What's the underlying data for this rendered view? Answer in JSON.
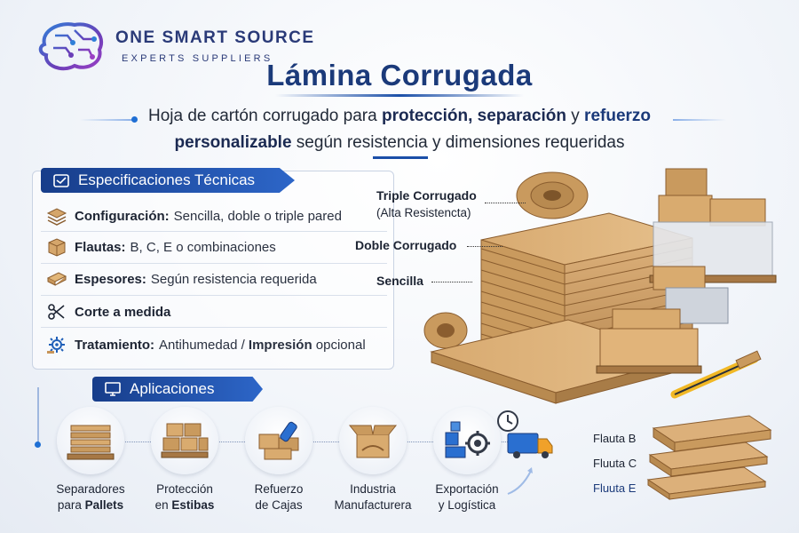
{
  "brand": {
    "name": "ONE SMART SOURCE",
    "tagline": "EXPERTS SUPPLIERS"
  },
  "title": "Lámina Corrugada",
  "subtitle": {
    "line1_part1": "Hoja de cartón corrugado para ",
    "line1_bold": "protección, separación",
    "line1_part2": " y ",
    "line1_bold2": "refuerzo",
    "line2_bold": "personalizable",
    "line2_part": " según resistencia y dimensiones requeridas"
  },
  "specs": {
    "header": "Especificaciones Técnicas",
    "items": [
      {
        "icon": "layers-icon",
        "label": "Configuración:",
        "value": "Sencilla, doble o triple pared"
      },
      {
        "icon": "box-icon",
        "label": "Flautas:",
        "value": "B, C, E o combinaciones"
      },
      {
        "icon": "sheet-icon",
        "label": "Espesores:",
        "value": "Según resistencia requerida"
      },
      {
        "icon": "scissors-icon",
        "label": "Corte a medida",
        "value": ""
      },
      {
        "icon": "gear-icon",
        "label": "Tratamiento:",
        "value": "Antihumedad / ",
        "value_bold": "Impresión",
        "value_end": " opcional"
      }
    ]
  },
  "applications": {
    "header": "Aplicaciones",
    "items": [
      {
        "line1": "Separadores",
        "line2_pre": "para ",
        "line2_bold": "Pallets",
        "icon": "pallet-icon"
      },
      {
        "line1": "Protección",
        "line2_pre": "en ",
        "line2_bold": "Estibas",
        "icon": "boxes-icon"
      },
      {
        "line1": "Refuerzo",
        "line2_pre": "de Cajas",
        "line2_bold": "",
        "icon": "reinforce-icon"
      },
      {
        "line1": "Industria",
        "line2_pre": "Manufacturera",
        "line2_bold": "",
        "icon": "open-box-icon"
      },
      {
        "line1": "Exportación",
        "line2_pre": "y Logística",
        "line2_bold": "",
        "icon": "export-icon"
      }
    ]
  },
  "layers": {
    "triple": "Triple Corrugado",
    "triple_note": "(Alta Resistencta)",
    "doble": "Doble Corrugado",
    "sencilla": "Sencilla"
  },
  "flutes": [
    "Flauta B",
    "Fluuta C",
    "Fluuta E"
  ],
  "colors": {
    "primary": "#1b3a7a",
    "header_grad_start": "#173d8a",
    "header_grad_end": "#2d66c8",
    "cardboard": "#c79a63",
    "cardboard_dark": "#a5784a"
  }
}
